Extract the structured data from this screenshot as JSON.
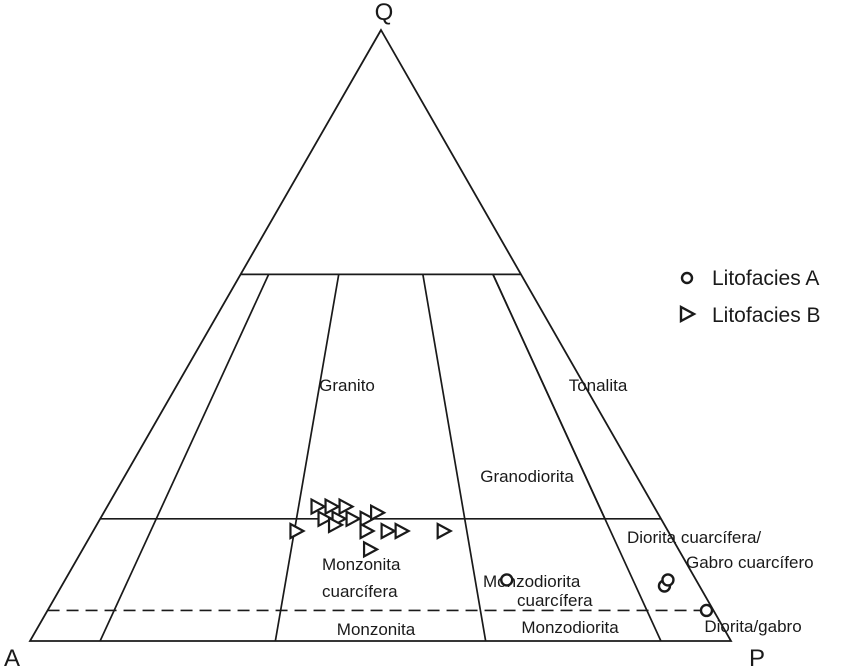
{
  "chart_data": {
    "type": "scatter",
    "diagram": "QAP ternary",
    "vertices": {
      "top": "Q",
      "left": "A",
      "right": "P"
    },
    "fields": [
      {
        "name": "granito",
        "lines": [
          "Granito"
        ]
      },
      {
        "name": "granodiorita",
        "lines": [
          "Granodiorita"
        ]
      },
      {
        "name": "tonalita",
        "lines": [
          "Tonalita"
        ]
      },
      {
        "name": "monzonita-cuarcifera",
        "lines": [
          "Monzonita",
          "cuarcífera"
        ]
      },
      {
        "name": "monzodiorita-cuarcifera",
        "lines": [
          "Monzodiorita",
          "cuarcífera"
        ]
      },
      {
        "name": "diorita-cuarcifera",
        "lines": [
          "Diorita cuarcífera/",
          "Gabro cuarcífero"
        ]
      },
      {
        "name": "monzonita",
        "lines": [
          "Monzonita"
        ]
      },
      {
        "name": "monzodiorita",
        "lines": [
          "Monzodiorita"
        ]
      },
      {
        "name": "diorita-gabro",
        "lines": [
          "Diorita/gabro"
        ]
      }
    ],
    "legend": {
      "position": "top-right"
    },
    "series": [
      {
        "name": "Litofacies A",
        "marker": "circle",
        "points": [
          {
            "q": 10,
            "a": 27,
            "p": 63
          },
          {
            "q": 9,
            "a": 5,
            "p": 86
          },
          {
            "q": 10,
            "a": 4,
            "p": 86
          },
          {
            "q": 5,
            "a": 1,
            "p": 94
          }
        ]
      },
      {
        "name": "Litofacies B",
        "marker": "triangle-right",
        "points": [
          {
            "q": 20,
            "a": 48,
            "p": 32
          },
          {
            "q": 22,
            "a": 48,
            "p": 30
          },
          {
            "q": 20,
            "a": 46,
            "p": 34
          },
          {
            "q": 22,
            "a": 46,
            "p": 32
          },
          {
            "q": 20,
            "a": 44,
            "p": 36
          },
          {
            "q": 22,
            "a": 44,
            "p": 34
          },
          {
            "q": 20,
            "a": 42,
            "p": 38
          },
          {
            "q": 21,
            "a": 40,
            "p": 39
          },
          {
            "q": 19,
            "a": 47,
            "p": 34
          },
          {
            "q": 18,
            "a": 43,
            "p": 39
          },
          {
            "q": 18,
            "a": 40,
            "p": 42
          },
          {
            "q": 18,
            "a": 38,
            "p": 44
          },
          {
            "q": 15,
            "a": 44,
            "p": 41
          },
          {
            "q": 18,
            "a": 53,
            "p": 29
          },
          {
            "q": 18,
            "a": 32,
            "p": 50
          }
        ]
      }
    ]
  }
}
